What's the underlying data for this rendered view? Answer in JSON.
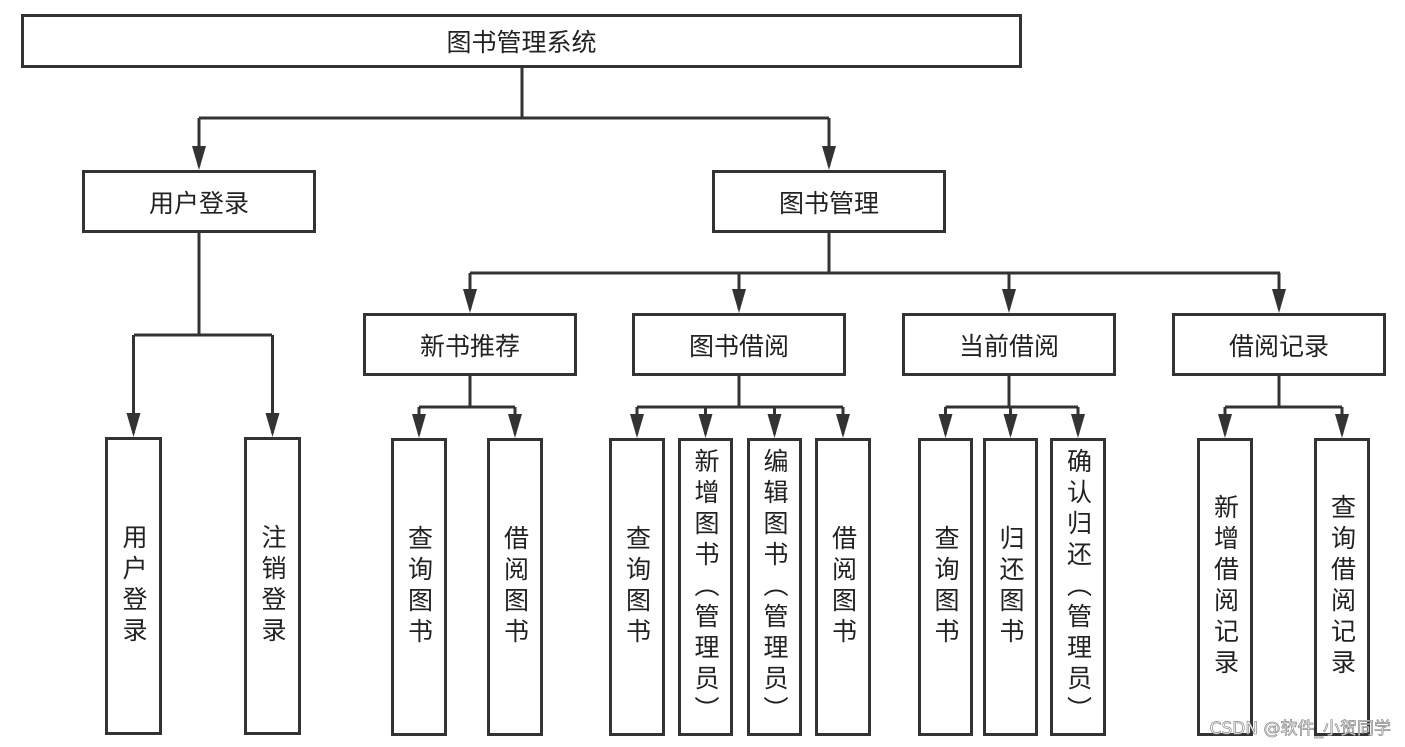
{
  "root": "图书管理系统",
  "branches": [
    {
      "label": "用户登录",
      "children": [
        "用户登录",
        "注销登录"
      ]
    },
    {
      "label": "图书管理",
      "children": [
        {
          "label": "新书推荐",
          "children": [
            "查询图书",
            "借阅图书"
          ]
        },
        {
          "label": "图书借阅",
          "children": [
            "查询图书",
            "新增图书（管理员）",
            "编辑图书（管理员）",
            "借阅图书"
          ]
        },
        {
          "label": "当前借阅",
          "children": [
            "查询图书",
            "归还图书",
            "确认归还（管理员）"
          ]
        },
        {
          "label": "借阅记录",
          "children": [
            "新增借阅记录",
            "查询借阅记录"
          ]
        }
      ]
    }
  ],
  "watermark": "CSDN @软件_小贺同学",
  "colors": {
    "stroke": "#333333",
    "background": "#ffffff"
  }
}
